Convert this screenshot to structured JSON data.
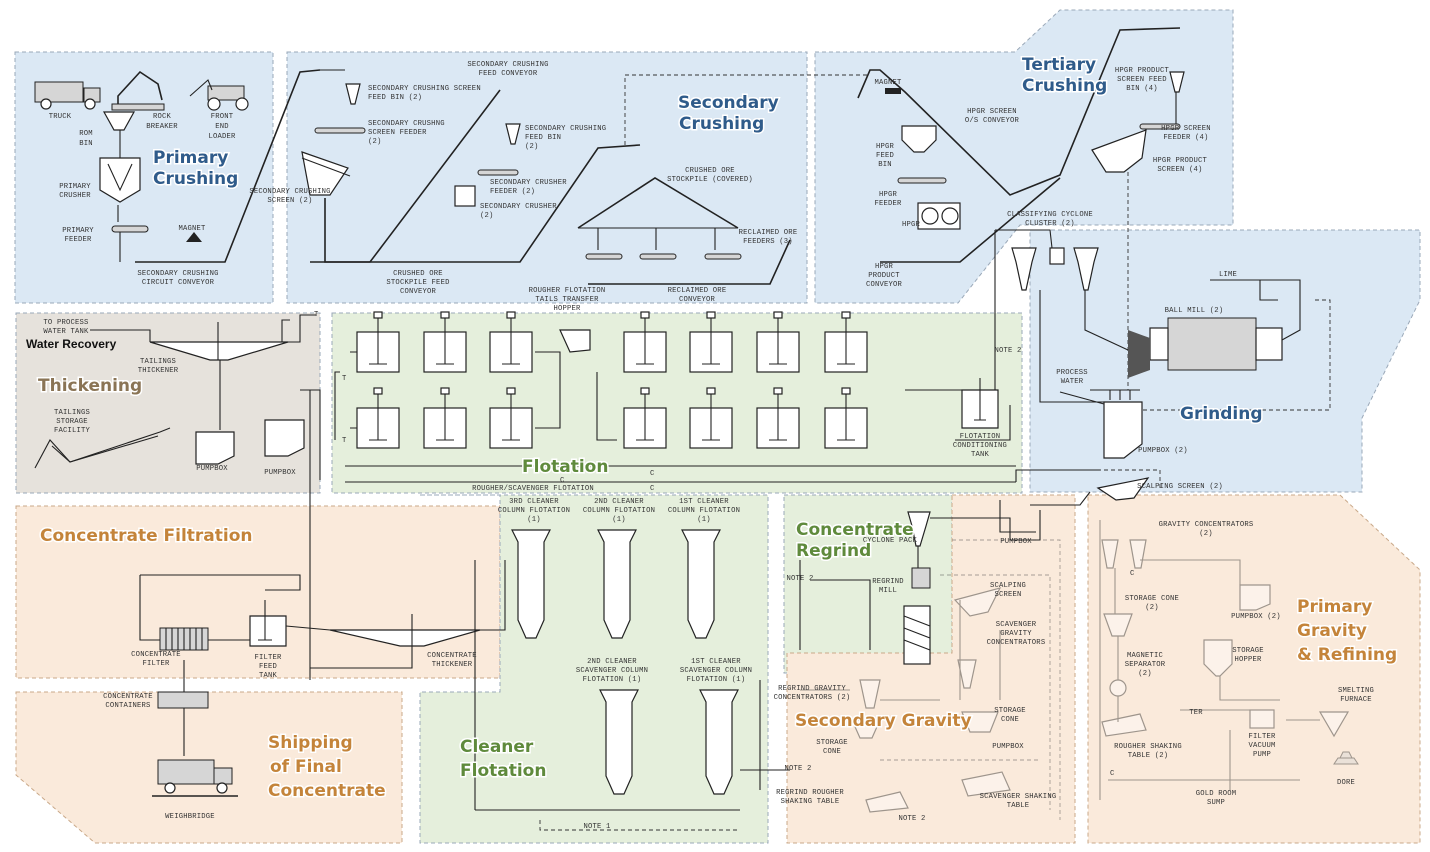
{
  "zones": {
    "primary_crushing": "Primary Crushing",
    "secondary_crushing": "Secondary Crushing",
    "tertiary_crushing": "Tertiary Crushing",
    "grinding": "Grinding",
    "water_recovery": "Water Recovery",
    "thickening": "Thickening",
    "flotation": "Flotation",
    "concentrate_filtration": "Concentrate Filtration",
    "concentrate_regrind": "Concentrate Regrind",
    "primary_gravity_refining": "Primary Gravity & Refining",
    "secondary_gravity": "Secondary Gravity",
    "cleaner_flotation": "Cleaner Flotation",
    "shipping": "Shipping of Final Concentrate"
  },
  "colors": {
    "blue_zone": "#dbe8f4",
    "blue_title": "#2f5b8a",
    "gray_zone": "#e6e2dc",
    "gray_title": "#8a7455",
    "green_zone": "#e5efdc",
    "green_title": "#5f8a3c",
    "peach_zone": "#faeadb",
    "peach_title": "#c4843a",
    "zone_border": "#9aa8b8"
  },
  "labels": {
    "truck": "TRUCK",
    "rom_bin": "ROM BIN",
    "rock_breaker": "ROCK BREAKER",
    "front_end_loader": "FRONT END LOADER",
    "primary_crusher": "PRIMARY CRUSHER",
    "primary_feeder": "PRIMARY FEEDER",
    "magnet_1": "MAGNET",
    "secondary_crushing_circuit_conveyor": "SECONDARY CRUSHING CIRCUIT CONVEYOR",
    "secondary_crushing_screen_feed_bin": "SECONDARY CRUSHING SCREEN FEED BIN (2)",
    "secondary_crushing_feed_conveyor": "SECONDARY CRUSHING FEED CONVEYOR",
    "secondary_crushing_screen_feeder": "SECONDARY CRUSHNG SCREEN FEEDER (2)",
    "secondary_crushing_screen": "SECONDARY CRUSHING SCREEN (2)",
    "secondary_crushing_feed_bin": "SECONDARY CRUSHING FEED BIN (2)",
    "secondary_crusher_feeder": "SECONDARY CRUSHER FEEDER (2)",
    "secondary_crusher": "SECONDARY CRUSHER (2)",
    "crushed_ore_stockpile_feed_conveyor": "CRUSHED ORE STOCKPILE FEED CONVEYOR",
    "crushed_ore_stockpile": "CRUSHED ORE STOCKPILE (COVERED)",
    "reclaimed_ore_feeders": "RECLAIMED ORE FEEDERS (3)",
    "reclaimed_ore_conveyor": "RECLAIMED ORE CONVEYOR",
    "magnet_2": "MAGNET",
    "hpgr_feed_bin": "HPGR FEED BIN",
    "hpgr_screen_os_conveyor": "HPGR SCREEN O/S CONVEYOR",
    "hpgr_product_screen_feed_bin": "HPGR PRODUCT SCREEN FEED BIN (4)",
    "hpgr_screen_feeder": "HPGR SCREEN FEEDER (4)",
    "hpgr_product_screen": "HPGR PRODUCT SCREEN (4)",
    "hpgr_feeder": "HPGR FEEDER",
    "hpgr": "HPGR",
    "hpgr_product_conveyor": "HPGR PRODUCT CONVEYOR",
    "classifying_cyclone_cluster": "CLASSIFYING CYCLONE CLUSTER (2)",
    "lime": "LIME",
    "ball_mill": "BALL MILL (2)",
    "process_water": "PROCESS WATER",
    "pumpbox_grinding": "PUMPBOX (2)",
    "scalping_screen": "SCALPING SCREEN (2)",
    "note_2": "NOTE 2",
    "to_process_water_tank": "TO PROCESS WATER TANK",
    "tailings_thickener": "TAILINGS THICKENER",
    "tailings_storage_facility": "TAILINGS STORAGE FACILITY",
    "pumpbox": "PUMPBOX",
    "rougher_flotation_tails_transfer_hopper": "ROUGHER FLOTATION TAILS TRANSFER HOPPER",
    "flotation_conditioning_tank": "FLOTATION CONDITIONING TANK",
    "rougher_scavenger_flotation": "ROUGHER/SCAVENGER FLOTATION",
    "c": "C",
    "t": "T",
    "cleaner_3rd": "3RD CLEANER COLUMN FLOTATION (1)",
    "cleaner_2nd": "2ND CLEANER COLUMN FLOTATION (1)",
    "cleaner_1st": "1ST CLEANER COLUMN FLOTATION (1)",
    "scav_2nd": "2ND CLEANER SCAVENGER COLUMN FLOTATION (1)",
    "scav_1st": "1ST CLEANER SCAVENGER COLUMN FLOTATION (1)",
    "note_1": "NOTE 1",
    "concentrate_filter": "CONCENTRATE FILTER",
    "filter_feed_tank": "FILTER FEED TANK",
    "concentrate_thickener": "CONCENTRATE THICKENER",
    "concentrate_containers": "CONCENTRATE CONTAINERS",
    "weighbridge": "WEIGHBRIDGE",
    "cyclone_pack": "CYCLONE PACK",
    "regrind_mill": "REGRIND MILL",
    "regrind_gravity_concentrators": "REGRIND GRAVITY CONCENTRATORS (2)",
    "storage_cone": "STORAGE CONE",
    "regrind_rougher_shaking_table": "REGRIND ROUGHER SHAKING TABLE",
    "scalping_screen_2": "SCALPING SCREEN",
    "scavenger_gravity_concentrators": "SCAVENGER GRAVITY CONCENTRATORS",
    "scavenger_shaking_table": "SCAVENGER SHAKING TABLE",
    "gravity_concentrators": "GRAVITY CONCENTRATORS (2)",
    "storage_cone_2": "STORAGE CONE (2)",
    "magnetic_separator": "MAGNETIC SEPARATOR (2)",
    "rougher_shaking_table": "ROUGHER SHAKING TABLE (2)",
    "storage_hopper": "STORAGE HOPPER",
    "pumpbox_2": "PUMPBOX (2)",
    "filter_vacuum_pump": "FILTER VACUUM PUMP",
    "smelting_furnace": "SMELTING FURNACE",
    "dore": "DORE",
    "gold_room_sump": "GOLD ROOM SUMP",
    "ter": "TER"
  }
}
